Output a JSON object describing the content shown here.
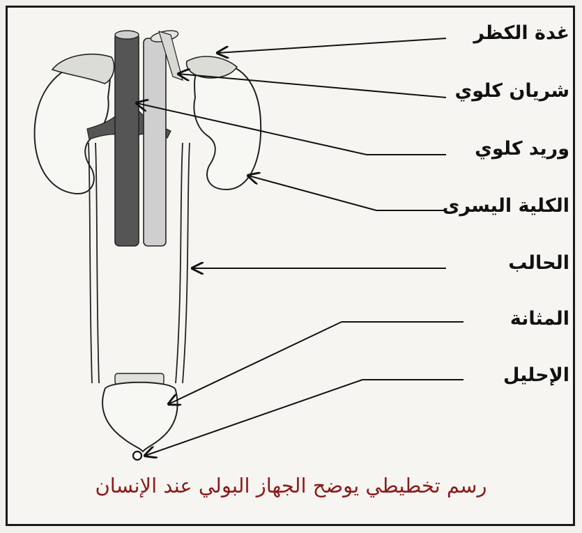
{
  "labels": {
    "adrenal_gland": "غدة الكظر",
    "renal_artery": "شريان كلوي",
    "renal_vein": "وريد كلوي",
    "left_kidney": "الكلية اليسرى",
    "ureter": "الحالب",
    "bladder": "المثانة",
    "urethra": "الإحليل"
  },
  "caption": "رسم تخطيطي يوضح الجهاز البولي عند الإنسان",
  "colors": {
    "caption": "#8b1a1a",
    "vein": "#555555",
    "artery": "#cfcfcf"
  }
}
